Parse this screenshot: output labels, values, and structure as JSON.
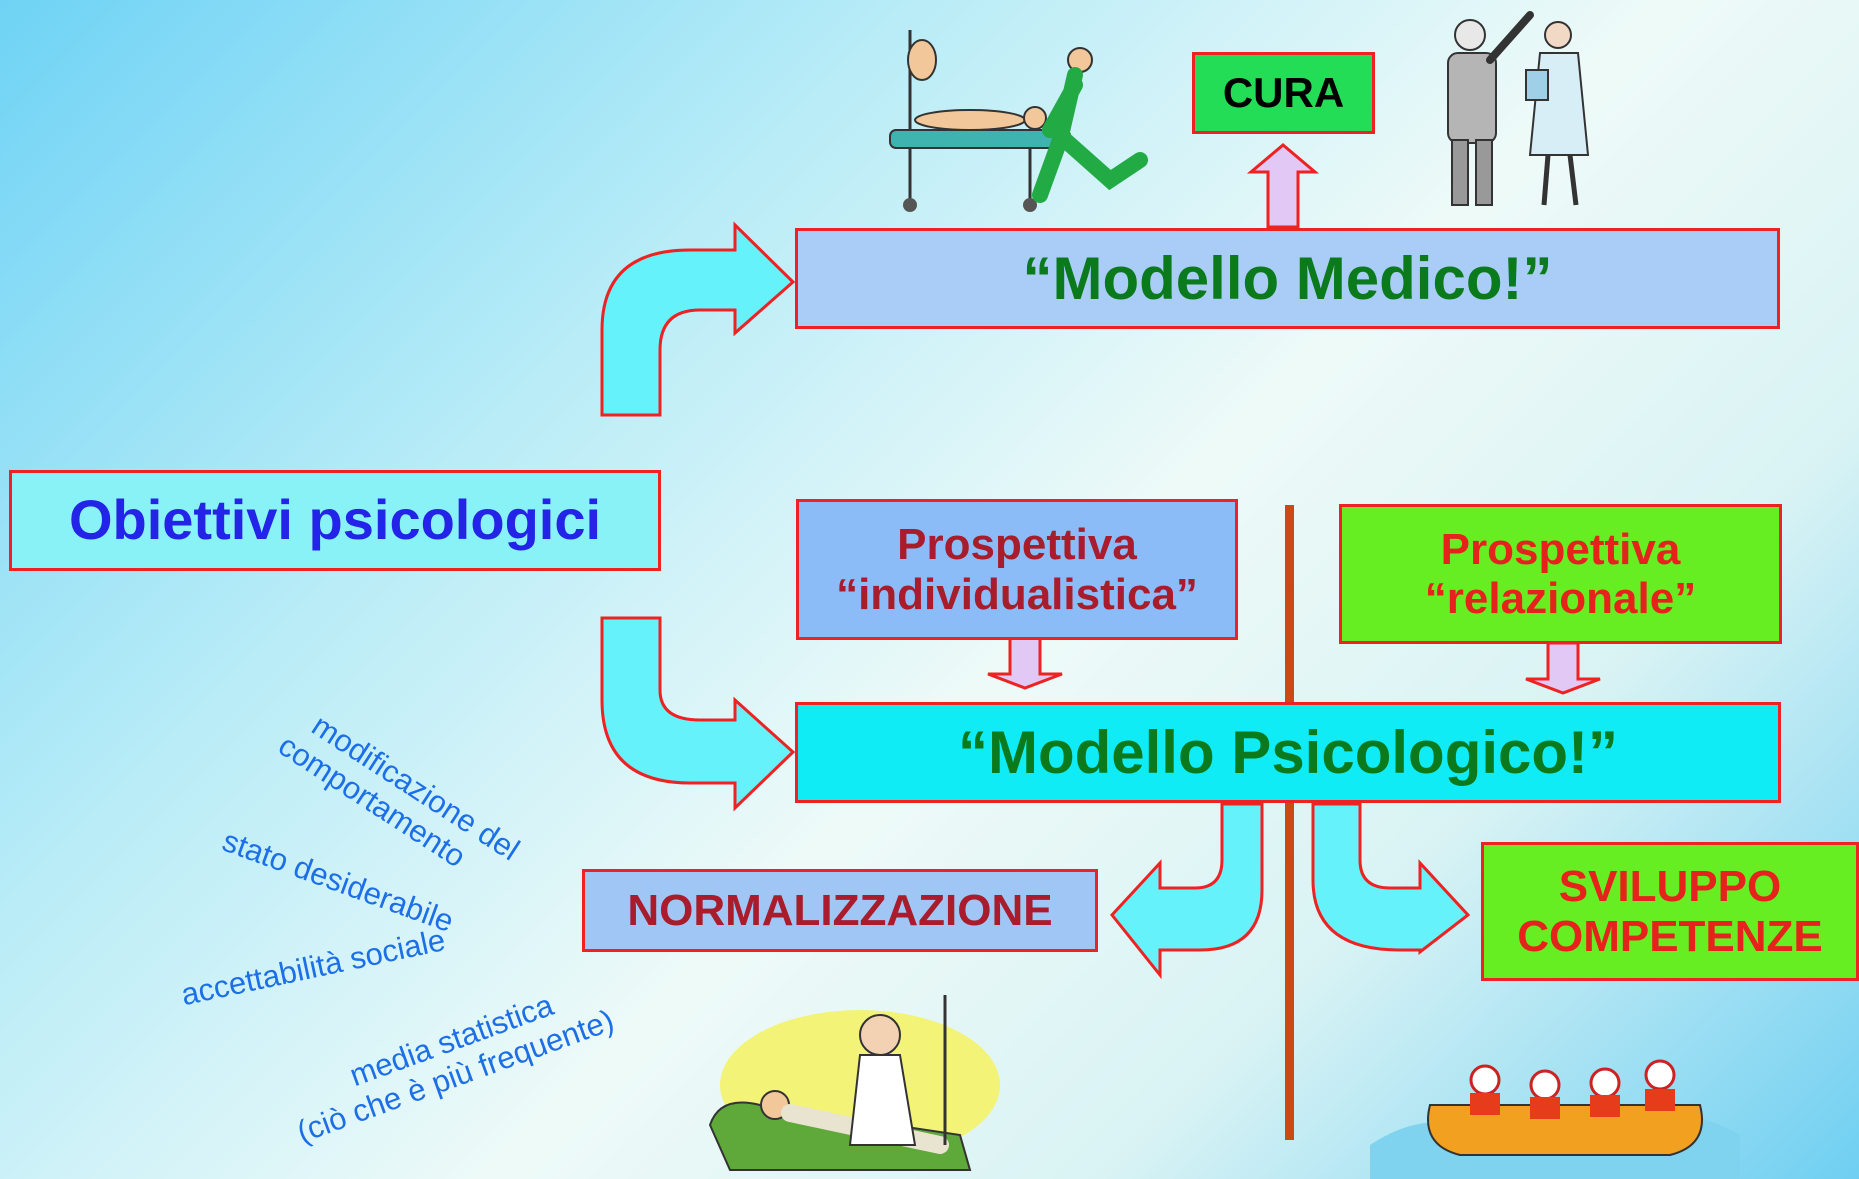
{
  "boxes": {
    "cura": "CURA",
    "modello_medico": "“Modello Medico!”",
    "obiettivi": "Obiettivi psicologici",
    "prosp_individualistica": "Prospettiva\n“individualistica”",
    "prosp_relazionale": "Prospettiva\n“relazionale”",
    "modello_psicologico": "“Modello Psicologico!”",
    "normalizzazione": "NORMALIZZAZIONE",
    "sviluppo": "SVILUPPO\nCOMPETENZE"
  },
  "side_notes": {
    "modificazione": "modificazione del\ncomportamento",
    "stato": "stato desiderabile",
    "accettabilita": "accettabilità sociale",
    "media": "media statistica\n(ciò che è più frequente)"
  },
  "colors": {
    "border": "#ee2222",
    "cura_bg": "#22dd55",
    "medico_bg": "#aacdf7",
    "obiettivi_bg": "#88f2f7",
    "individual_bg": "#8cbcf8",
    "relazionale_bg": "#66ee22",
    "psicologico_bg": "#10ecf5",
    "normalizzazione_bg": "#a0c6f5",
    "sviluppo_bg": "#66ee22",
    "arrow_cyan": "#66f2fa",
    "arrow_lilac": "#e2c8f4",
    "divider": "#c94a12"
  },
  "illustrations": [
    "stretcher-patient-clipart",
    "doctor-nurse-clipart",
    "therapist-couch-clipart",
    "rafting-boat-clipart"
  ]
}
